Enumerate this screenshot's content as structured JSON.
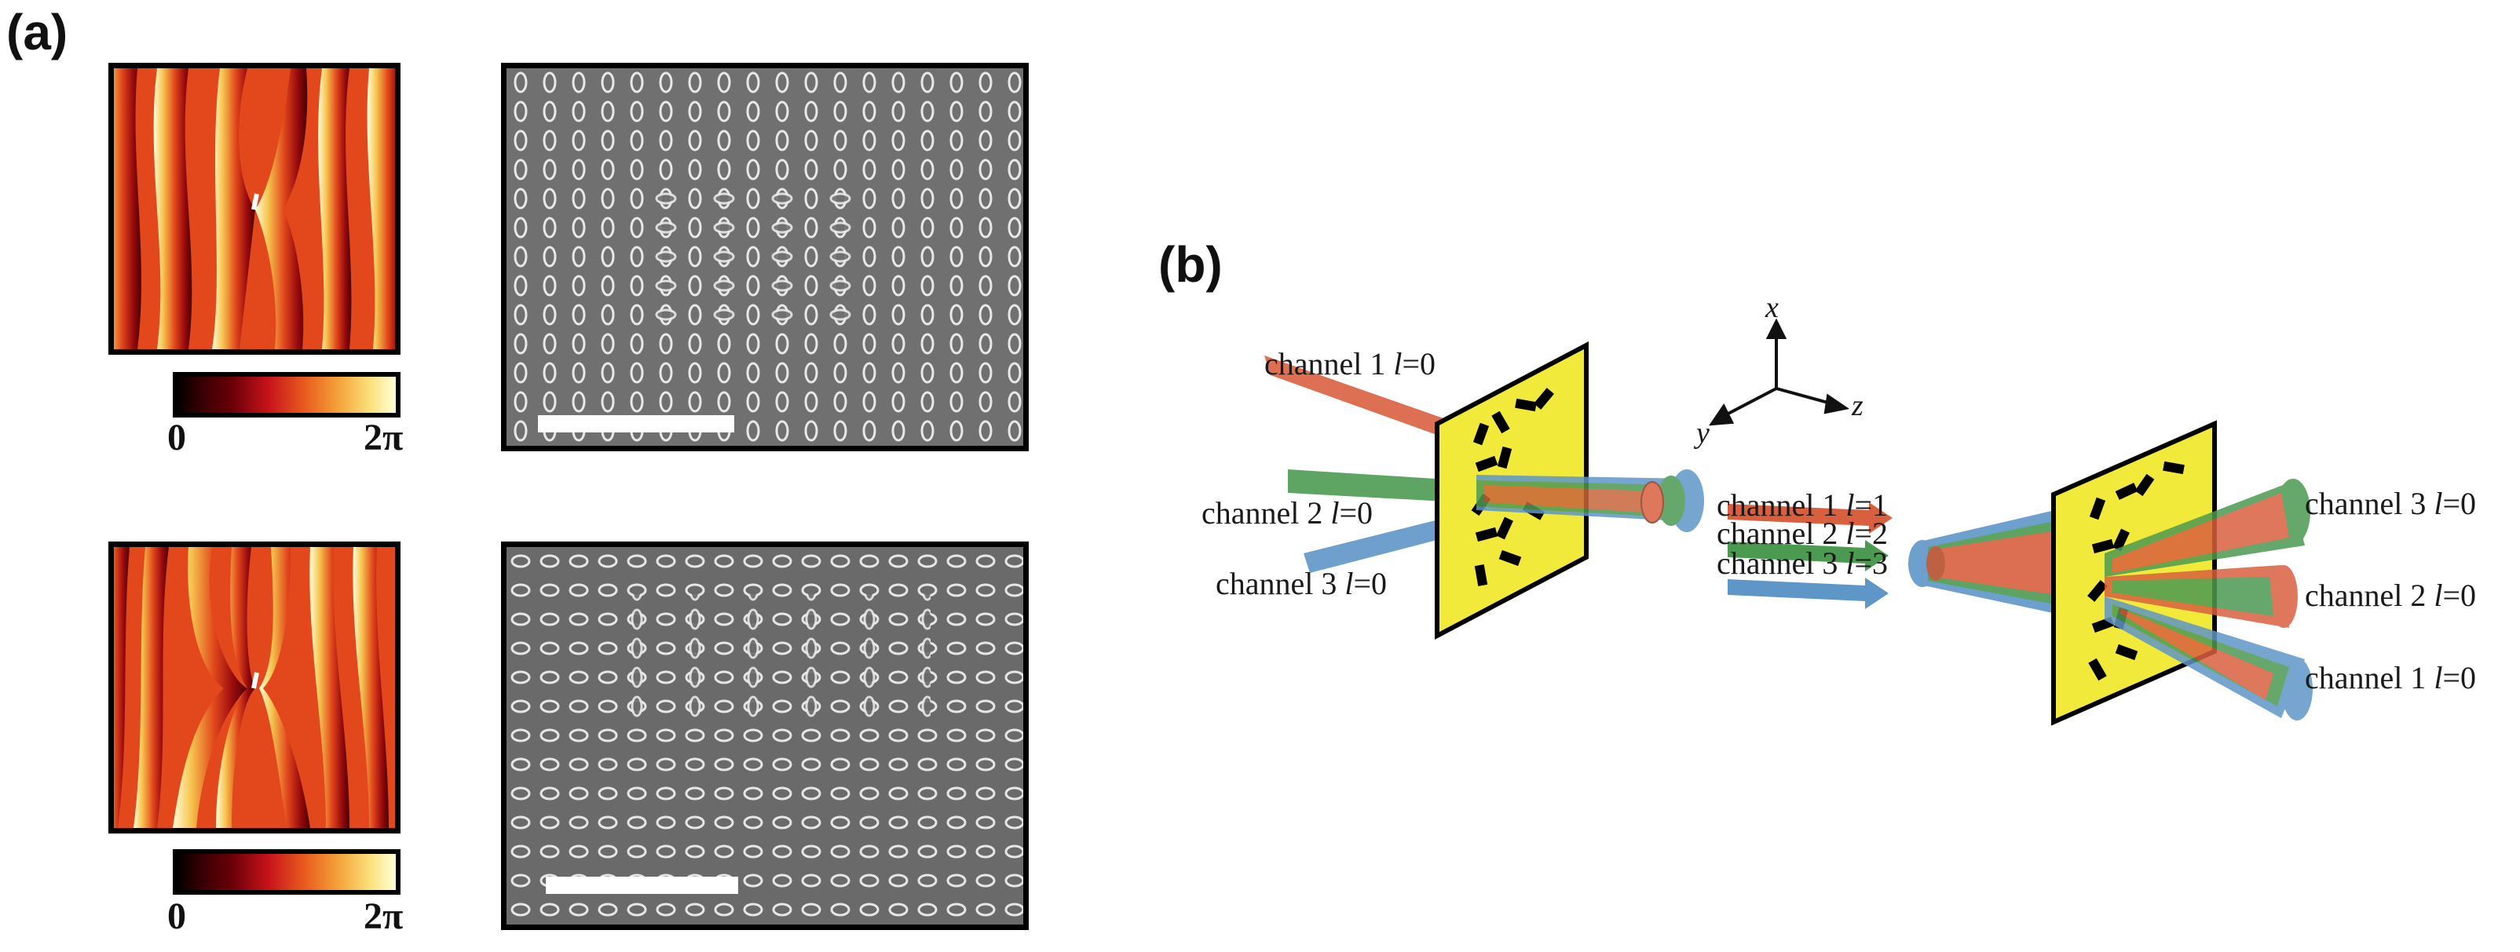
{
  "panel_a": {
    "label": "(a)",
    "colorbar_top": {
      "min_label": "0",
      "max_label": "2π"
    },
    "colorbar_bottom": {
      "min_label": "0",
      "max_label": "2π"
    }
  },
  "panel_b": {
    "label": "(b)",
    "axes": {
      "x": "x",
      "y": "y",
      "z": "z"
    },
    "input_channels": [
      {
        "name": "channel 1",
        "l_symbol": "l",
        "l_value": "=0"
      },
      {
        "name": "channel 2",
        "l_symbol": "l",
        "l_value": "=0"
      },
      {
        "name": "channel 3",
        "l_symbol": "l",
        "l_value": "=0"
      }
    ],
    "middle_channels": [
      {
        "name": "channel 1",
        "l_symbol": "l",
        "l_value": "=1"
      },
      {
        "name": "channel 2",
        "l_symbol": "l",
        "l_value": "=2"
      },
      {
        "name": "channel 3",
        "l_symbol": "l",
        "l_value": "=3"
      }
    ],
    "output_channels": [
      {
        "name": "channel 3",
        "l_symbol": "l",
        "l_value": "=0"
      },
      {
        "name": "channel 2",
        "l_symbol": "l",
        "l_value": "=0"
      },
      {
        "name": "channel 1",
        "l_symbol": "l",
        "l_value": "=0"
      }
    ],
    "colors": {
      "channel1": "#d9603f",
      "channel2": "#4c9a52",
      "channel3": "#5f96c8",
      "metasurface": "#f1ea3a"
    }
  }
}
